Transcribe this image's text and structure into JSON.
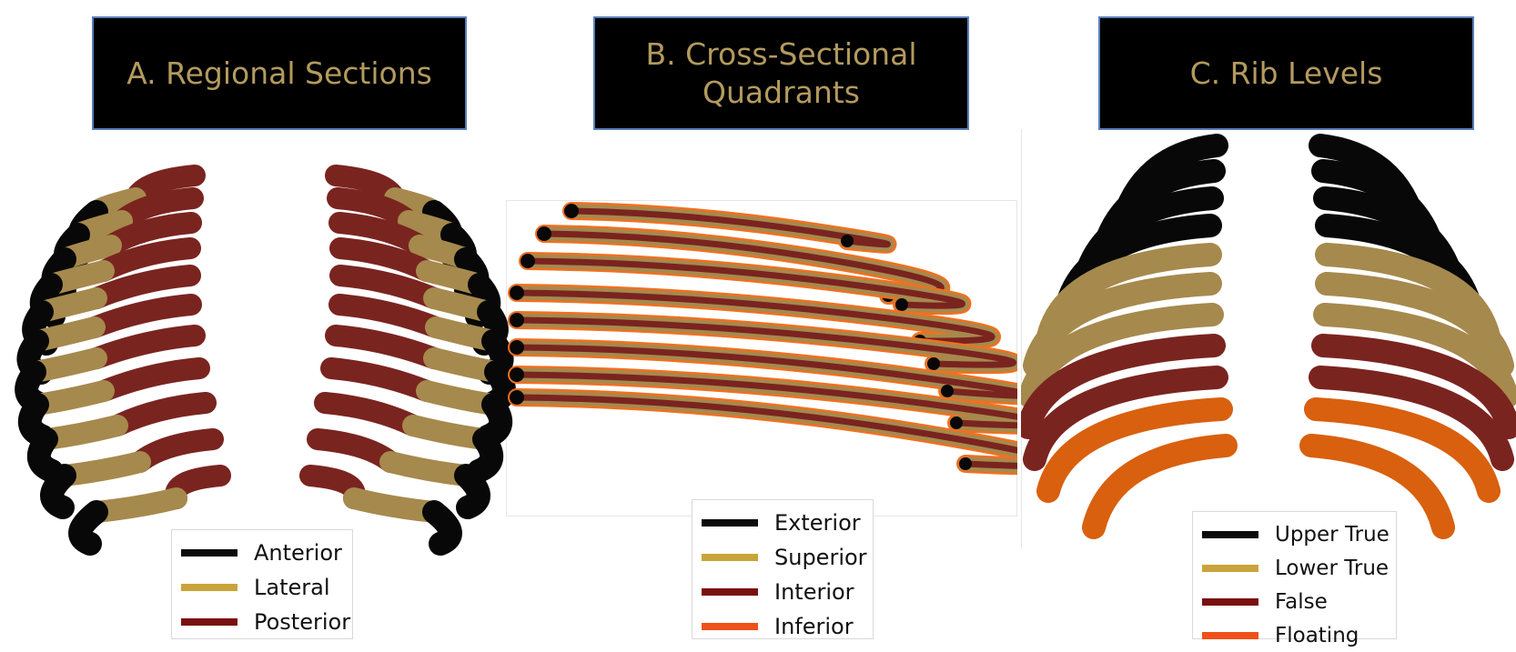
{
  "panels": [
    {
      "title_line1": "A. Regional Sections",
      "title_line2": "",
      "legend": [
        {
          "label": "Anterior",
          "color": "#0b0b0b"
        },
        {
          "label": "Lateral",
          "color": "#c9a43a"
        },
        {
          "label": "Posterior",
          "color": "#7a1010"
        }
      ]
    },
    {
      "title_line1": "B. Cross-Sectional",
      "title_line2": "Quadrants",
      "legend": [
        {
          "label": "Exterior",
          "color": "#0b0b0b"
        },
        {
          "label": "Superior",
          "color": "#c9a43a"
        },
        {
          "label": "Interior",
          "color": "#7a1010"
        },
        {
          "label": "Inferior",
          "color": "#f0501a"
        }
      ]
    },
    {
      "title_line1": "C. Rib Levels",
      "title_line2": "",
      "legend": [
        {
          "label": "Upper True",
          "color": "#0b0b0b"
        },
        {
          "label": "Lower True",
          "color": "#c9a43a"
        },
        {
          "label": "False",
          "color": "#7a1010"
        },
        {
          "label": "Floating",
          "color": "#f0501a"
        }
      ]
    }
  ],
  "colors": {
    "title_bg": "#000000",
    "title_text": "#b39a5e",
    "title_border": "#5a7fb8",
    "rib_black": "#080808",
    "rib_tan": "#a6894d",
    "rib_red": "#7a2420",
    "rib_orange": "#d9600e",
    "rib_orange_edge": "#f07020"
  }
}
